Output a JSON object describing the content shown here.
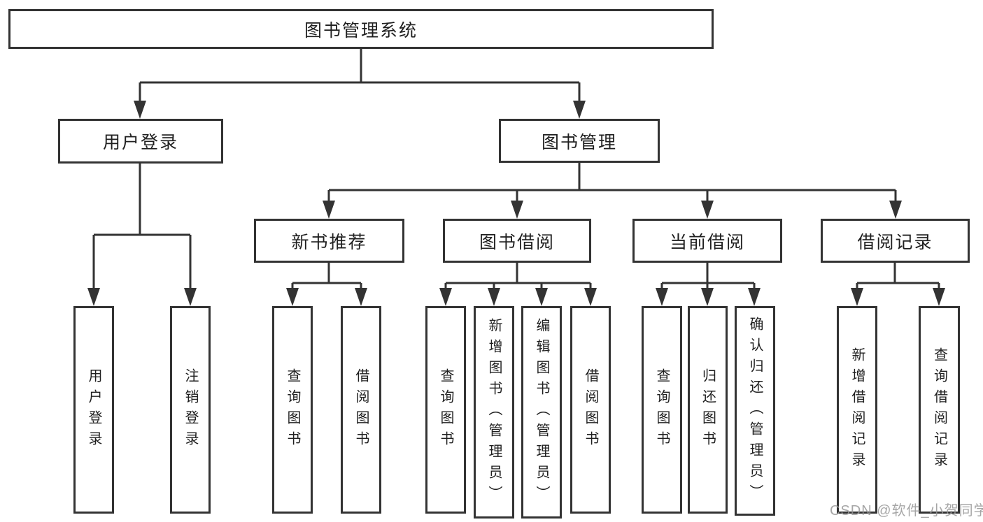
{
  "nodes": {
    "root": "图书管理系统",
    "user_login": "用户登录",
    "book_mgmt": "图书管理",
    "new_book_rec": "新书推荐",
    "book_borrow": "图书借阅",
    "current_borrow": "当前借阅",
    "borrow_records": "借阅记录",
    "leaf_user_login": "用户登录",
    "leaf_logout": "注销登录",
    "rec_query_book": "查询图书",
    "rec_borrow_book": "借阅图书",
    "bb_query_book": "查询图书",
    "bb_add_book": "新增图书（管理员）",
    "bb_edit_book": "编辑图书（管理员）",
    "bb_borrow_book": "借阅图书",
    "cb_query_book": "查询图书",
    "cb_return_book": "归还图书",
    "cb_confirm_return": "确认归还（管理员）",
    "br_add_record": "新增借阅记录",
    "br_query_record": "查询借阅记录"
  },
  "hierarchy": {
    "图书管理系统": {
      "用户登录": [
        "用户登录",
        "注销登录"
      ],
      "图书管理": {
        "新书推荐": [
          "查询图书",
          "借阅图书"
        ],
        "图书借阅": [
          "查询图书",
          "新增图书（管理员）",
          "编辑图书（管理员）",
          "借阅图书"
        ],
        "当前借阅": [
          "查询图书",
          "归还图书",
          "确认归还（管理员）"
        ],
        "借阅记录": [
          "新增借阅记录",
          "查询借阅记录"
        ]
      }
    }
  },
  "watermark": "CSDN @软件_小贺同学",
  "colors": {
    "line": "#333333",
    "text": "#1f1f1f",
    "background": "#ffffff",
    "watermark": "#969696"
  }
}
